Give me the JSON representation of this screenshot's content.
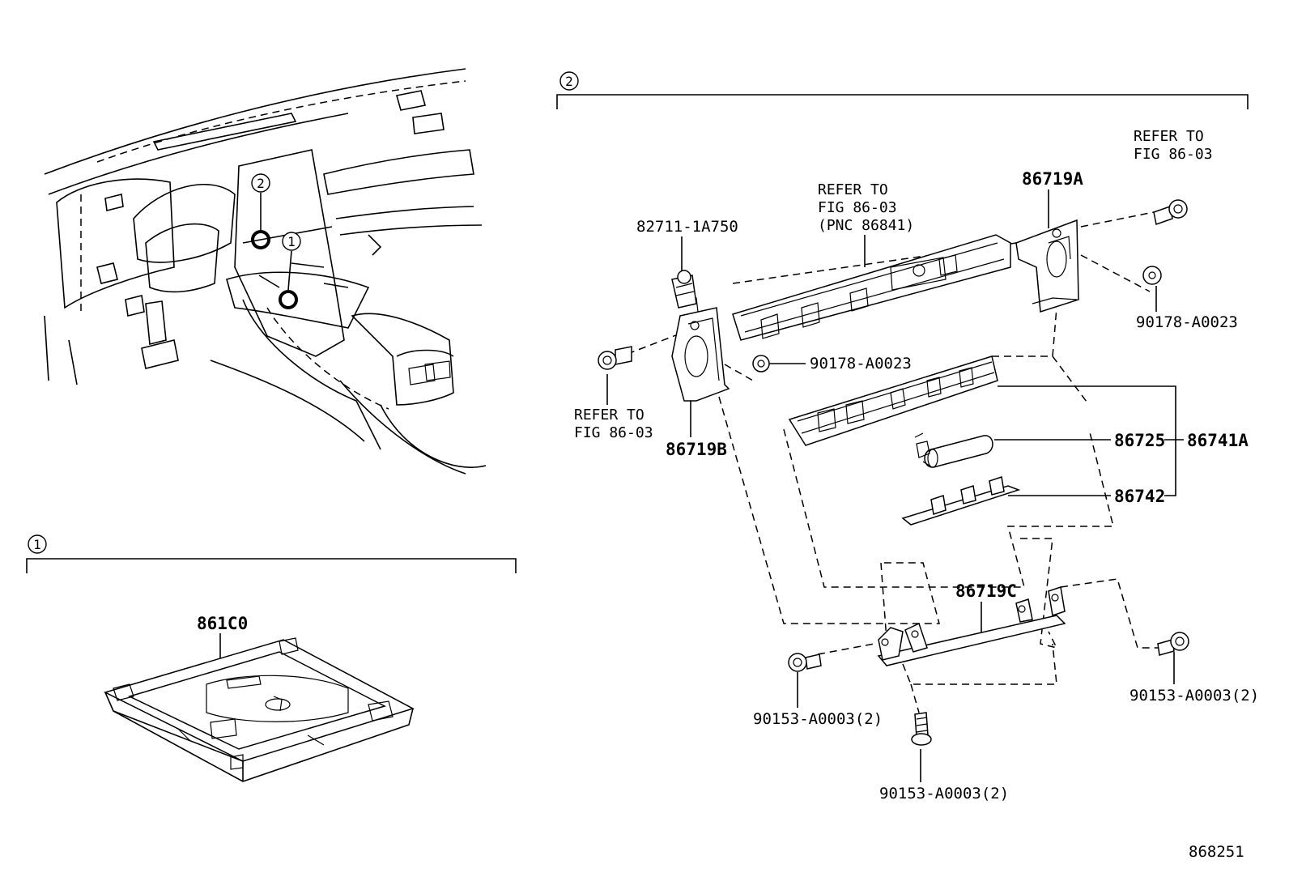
{
  "callouts": {
    "one": "1",
    "two": "2"
  },
  "labels": {
    "p82711": "82711-1A750",
    "p86719A": "86719A",
    "p86719B": "86719B",
    "p86719C": "86719C",
    "p86725": "86725",
    "p86741A": "86741A",
    "p86742": "86742",
    "p861C0": "861C0",
    "p90178_left": "90178-A0023",
    "p90178_right": "90178-A0023",
    "p90153_left": "90153-A0003(2)",
    "p90153_center": "90153-A0003(2)",
    "p90153_right": "90153-A0003(2)"
  },
  "refer": {
    "right": [
      "REFER TO",
      "FIG 86-03"
    ],
    "center": [
      "REFER TO",
      "FIG 86-03",
      "(PNC 86841)"
    ],
    "left": [
      "REFER TO",
      "FIG 86-03"
    ]
  },
  "figure_id": "868251"
}
